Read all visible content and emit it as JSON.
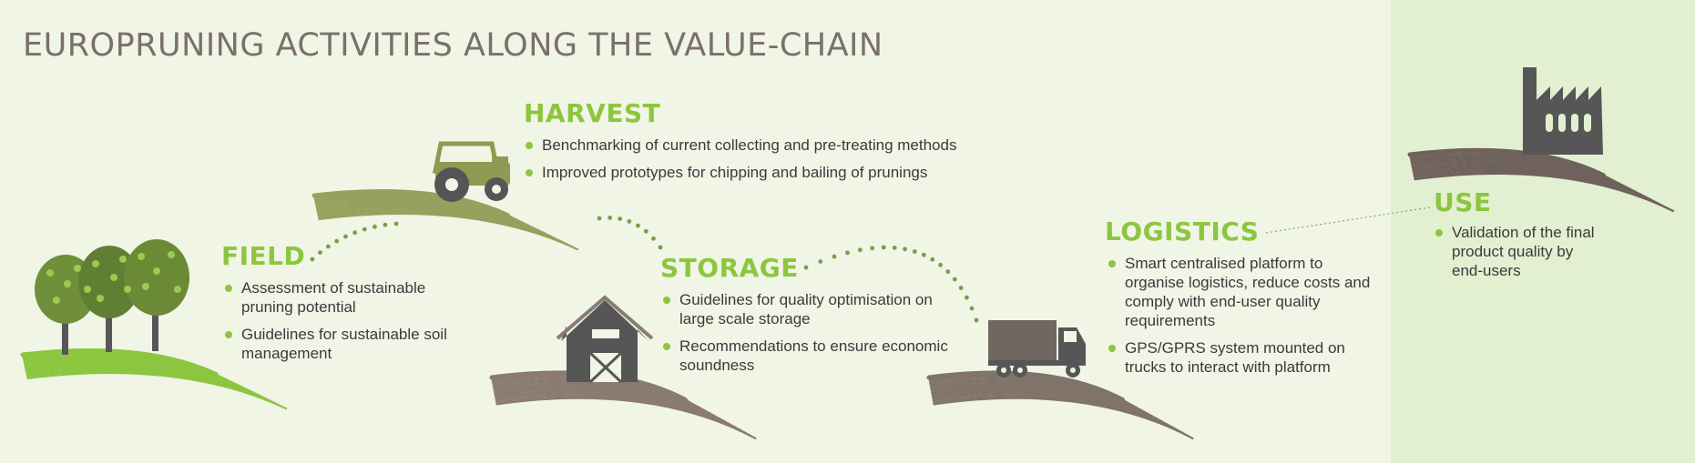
{
  "title": "EUROPRUNING ACTIVITIES ALONG THE VALUE-CHAIN",
  "colors": {
    "background": "#f0f5e6",
    "use_panel": "#e3efd1",
    "heading_green": "#8cc63f",
    "title_gray": "#7a7069",
    "field_hill": "#8cc63f",
    "harvest_hill": "#97a05c",
    "storage_hill": "#8a7a72",
    "logistics_hill": "#80736a",
    "use_hill": "#6f625c",
    "icon_dark": "#565656"
  },
  "stages": {
    "field": {
      "heading": "FIELD",
      "icon": "trees-icon",
      "bullets": [
        "Assessment of sustainable pruning potential",
        "Guidelines for sustainable soil management"
      ]
    },
    "harvest": {
      "heading": "HARVEST",
      "icon": "tractor-icon",
      "bullets": [
        "Benchmarking of current collecting and pre-treating methods",
        "Improved prototypes for chipping and bailing of prunings"
      ]
    },
    "storage": {
      "heading": "STORAGE",
      "icon": "barn-icon",
      "bullets": [
        "Guidelines for quality optimisation on large scale storage",
        "Recommendations to ensure economic soundness"
      ]
    },
    "logistics": {
      "heading": "LOGISTICS",
      "icon": "truck-icon",
      "bullets": [
        "Smart centralised platform to organise logistics, reduce costs and comply with end-user quality requirements",
        "GPS/GPRS system mounted on trucks to interact with platform"
      ]
    },
    "use": {
      "heading": "USE",
      "icon": "factory-icon",
      "bullets": [
        "Validation of the final product quality by end-users"
      ]
    }
  }
}
